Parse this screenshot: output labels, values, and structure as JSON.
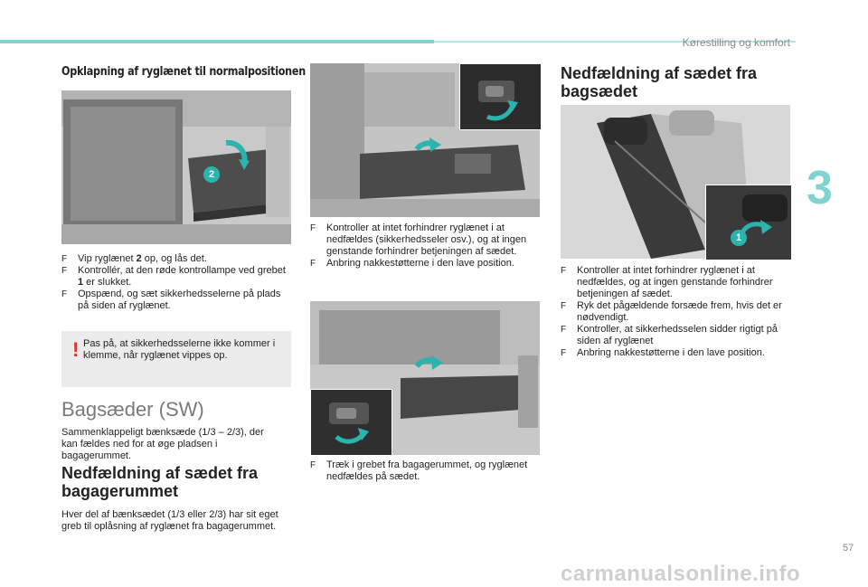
{
  "header": {
    "title": "Kørestilling og komfort"
  },
  "chapter_number": "3",
  "page_number": "57",
  "watermark": "carmanualsonline.info",
  "left": {
    "title": "Opklapning af ryglænet til normalpositionen",
    "callout_2": "2",
    "bullets": [
      [
        "Vip ryglænet ",
        "2",
        " op, og lås det."
      ],
      [
        "Kontrollér, at den røde kontrollampe ved grebet ",
        "1",
        " er slukket."
      ],
      [
        "Opspænd, og sæt sikkerhedsselerne på plads på siden af ryglænet.",
        "",
        ""
      ]
    ],
    "warning_mark": "!",
    "warning": "Pas på, at sikkerhedsselerne ikke kommer i klemme, når ryglænet vippes op.",
    "section_title": "Bagsæder (SW)",
    "section_text": "Sammenklappeligt bænksæde (1/3 – 2/3), der kan fældes ned for at øge pladsen i bagagerummet.",
    "subsection_title": "Nedfældning af sædet fra bagagerummet",
    "subsection_text": "Hver del af bænksædet (1/3 eller 2/3) har sit eget greb til oplåsning af ryglænet fra bagagerummet."
  },
  "middle": {
    "bullets_top": [
      "Kontroller at intet forhindrer ryglænet i at nedfældes (sikkerhedsseler osv.), og at ingen genstande forhindrer betjeningen af sædet.",
      "Anbring nakkestøtterne i den lave position."
    ],
    "bullets_bottom": [
      "Træk i grebet fra bagagerummet, og ryglænet nedfældes på sædet."
    ]
  },
  "right": {
    "title": "Nedfældning af sædet fra bagsædet",
    "callout_1": "1",
    "bullets": [
      "Kontroller at intet forhindrer ryglænet i at nedfældes, og at ingen genstande forhindrer betjeningen af sædet.",
      "Ryk det pågældende forsæde frem, hvis det er nødvendigt.",
      "Kontroller, at sikkerhedsselen sidder rigtigt på siden af ryglænet",
      "Anbring nakkestøtterne i den lave position."
    ]
  },
  "bullet_marker": "F",
  "colors": {
    "accent": "#7fd3d0",
    "callout": "#2bb3ad",
    "warning": "#e0322b"
  }
}
